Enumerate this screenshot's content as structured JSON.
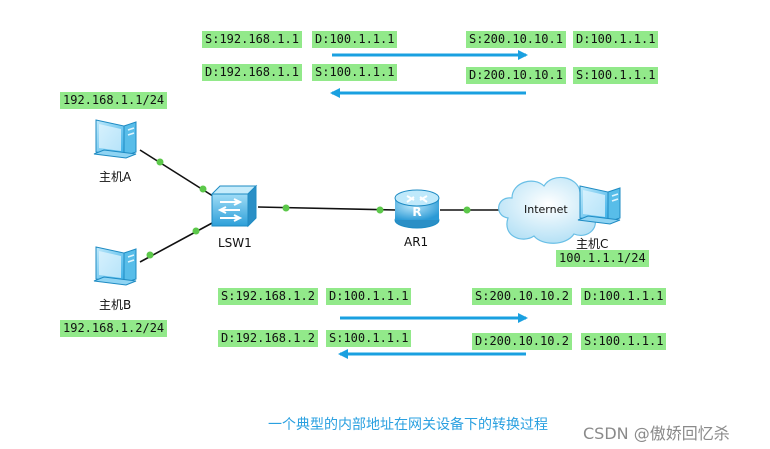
{
  "top_packets": {
    "row1": [
      "S:192.168.1.1",
      "D:100.1.1.1",
      "S:200.10.10.1",
      "D:100.1.1.1"
    ],
    "row2": [
      "D:192.168.1.1",
      "S:100.1.1.1",
      "D:200.10.10.1",
      "S:100.1.1.1"
    ]
  },
  "bottom_packets": {
    "row1": [
      "S:192.168.1.2",
      "D:100.1.1.1",
      "S:200.10.10.2",
      "D:100.1.1.1"
    ],
    "row2": [
      "D:192.168.1.2",
      "S:100.1.1.1",
      "D:200.10.10.2",
      "S:100.1.1.1"
    ]
  },
  "hosts": {
    "a": {
      "ip": "192.168.1.1/24",
      "name": "主机A"
    },
    "b": {
      "ip": "192.168.1.2/24",
      "name": "主机B"
    },
    "c": {
      "ip": "100.1.1.1/24",
      "name": "主机C"
    }
  },
  "devices": {
    "switch": "LSW1",
    "router": "AR1",
    "internet": "Internet"
  },
  "caption": "一个典型的内部地址在网关设备下的转换过程",
  "watermark": "CSDN @傲娇回忆杀",
  "colors": {
    "label_bg": "#92e98a",
    "arrow": "#1aa0e0",
    "link_dot": "#5cc84a",
    "device_blue": "#3bb0e8"
  }
}
